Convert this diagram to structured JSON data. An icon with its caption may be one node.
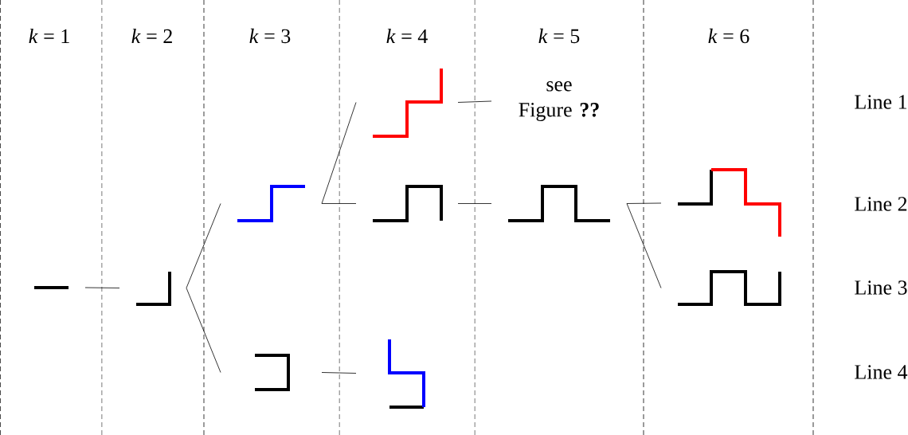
{
  "diagram": {
    "nodes": [
      {
        "text": [],
        "shape": "picture"
      },
      {
        "text": [],
        "shape": "picture"
      },
      {
        "text": [],
        "shape": "picture"
      },
      {
        "text": [],
        "shape": "picture"
      },
      {
        "text": [],
        "shape": "picture"
      },
      {
        "text": [],
        "shape": "picture"
      },
      {
        "text": [],
        "shape": "picture"
      },
      {
        "text": [
          "see Figure **??**"
        ]
      },
      {
        "text": [],
        "shape": "picture"
      },
      {
        "text": [],
        "shape": "picture"
      },
      {
        "text": [],
        "shape": "picture"
      }
    ],
    "edges": [
      {
        "from": 0,
        "to": 1,
        "arrow": "none"
      },
      {
        "from": 1,
        "to": 2,
        "arrow": "none"
      },
      {
        "from": 1,
        "to": 3,
        "arrow": "none"
      },
      {
        "from": 2,
        "to": 4,
        "arrow": "none"
      },
      {
        "from": 2,
        "to": 5,
        "arrow": "none"
      },
      {
        "from": 3,
        "to": 6,
        "arrow": "none"
      },
      {
        "from": 4,
        "to": 7,
        "arrow": "none"
      },
      {
        "from": 5,
        "to": 8,
        "arrow": "none"
      },
      {
        "from": 8,
        "to": 9,
        "arrow": "none"
      },
      {
        "from": 8,
        "to": 10,
        "arrow": "none"
      }
    ],
    "labels": [
      "*k* = 1",
      "*k* = 2",
      "*k* = 3",
      "*k* = 4",
      "*k* = 5",
      "*k* = 6",
      "Line 1",
      "Line 2",
      "Line 3",
      "Line 4"
    ]
  }
}
